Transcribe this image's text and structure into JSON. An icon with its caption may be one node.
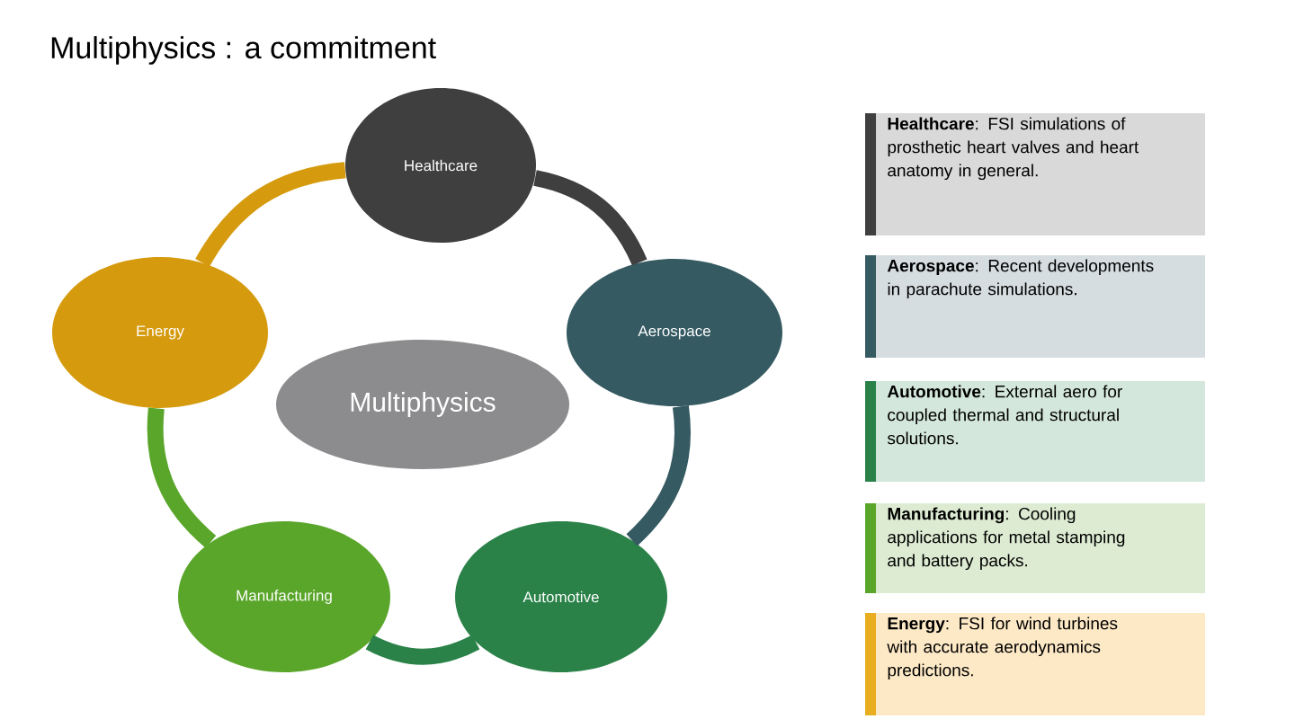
{
  "diagram": {
    "title": "Multiphysics : a commitment",
    "nodes": [
      {
        "text": [
          "Healthcare"
        ]
      },
      {
        "text": [
          "Aerospace"
        ]
      },
      {
        "text": [
          "Automotive"
        ]
      },
      {
        "text": [
          "Manufacturing"
        ]
      },
      {
        "text": [
          "Energy"
        ]
      },
      {
        "text": [
          "Multiphysics"
        ]
      },
      {
        "text": [
          "**Healthcare**: FSI simulations of prosthetic heart valves and heart anatomy in general."
        ]
      },
      {
        "text": [
          "**Aerospace**: Recent developments in parachute simulations."
        ]
      },
      {
        "text": [
          "**Automotive**: External aero for coupled thermal and structural solutions."
        ]
      },
      {
        "text": [
          "**Manufacturing**: Cooling applications for metal stamping and battery packs."
        ]
      },
      {
        "text": [
          "**Energy**: FSI for wind turbines with accurate aerodynamics predictions."
        ]
      }
    ],
    "edges": [
      {
        "from": 0,
        "to": 1,
        "arrow": "none",
        "color": "#3f3f3f"
      },
      {
        "from": 1,
        "to": 2,
        "arrow": "none",
        "color": "#355a62"
      },
      {
        "from": 2,
        "to": 3,
        "arrow": "none",
        "color": "#2a8248"
      },
      {
        "from": 3,
        "to": 4,
        "arrow": "none",
        "color": "#5aa62a"
      },
      {
        "from": 4,
        "to": 0,
        "arrow": "none",
        "color": "#d59a0e"
      }
    ]
  }
}
